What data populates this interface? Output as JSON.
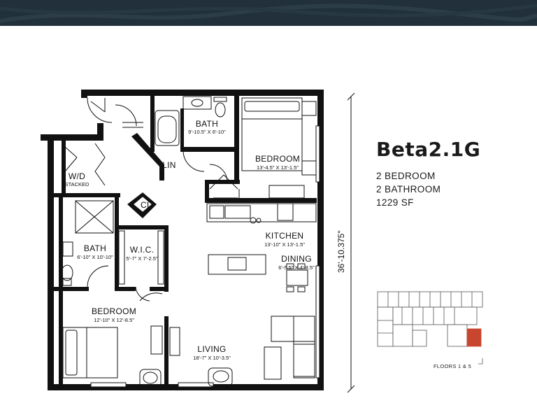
{
  "unit": {
    "name": "Beta2.1G",
    "bedrooms": "2 BEDROOM",
    "bathrooms": "2 BATHROOM",
    "area": "1229 SF"
  },
  "overall_dimension": "36'-10.375\"",
  "rooms": {
    "bath_top": {
      "name": "BATH",
      "dim": "9'-10.5\" X 6'-10\""
    },
    "bedroom_top": {
      "name": "BEDROOM",
      "dim": "13'-4.5\" X 13'-1.5\""
    },
    "lin": {
      "name": "LIN"
    },
    "wd": {
      "name": "W/D",
      "sub": "STACKED"
    },
    "cl": {
      "name": "CL"
    },
    "kitchen": {
      "name": "KITCHEN",
      "dim": "13'-10\" X 13'-1.5\""
    },
    "bath_left": {
      "name": "BATH",
      "dim": "6'-10\" X 10'-10\""
    },
    "wic": {
      "name": "W.I.C.",
      "dim": "5'-7\" X 7'-2.5\""
    },
    "dining": {
      "name": "DINING",
      "dim": "6'-5.5\" X 4'-8.5\""
    },
    "bedroom_bottom": {
      "name": "BEDROOM",
      "dim": "12'-10\" X 12'-8.5\""
    },
    "living": {
      "name": "LIVING",
      "dim": "18'-7\" X 10'-3.5\""
    }
  },
  "keyplan": {
    "label": "FLOORS 1 & 5",
    "highlight_color": "#c8452e"
  },
  "colors": {
    "header": "#21303a",
    "wall": "#111111",
    "highlight": "#c8452e"
  }
}
